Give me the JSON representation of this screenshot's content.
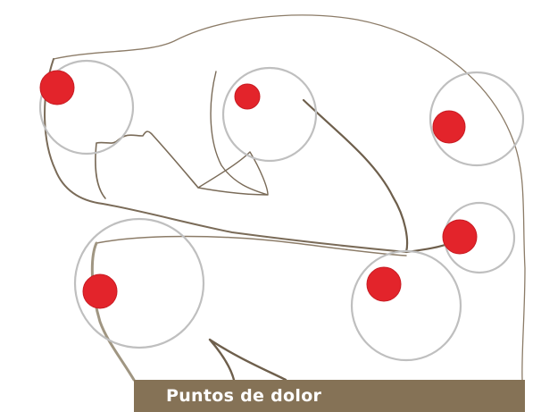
{
  "caption": {
    "text": "Puntos de dolor"
  },
  "colors": {
    "outline": "#7a6b58",
    "ring": "#bfbfbf",
    "point": "#e3242b",
    "point_stroke": "#c81b22",
    "caption_bg": "#857256"
  },
  "pain_points": [
    {
      "name": "pain-point-ear"
    },
    {
      "name": "pain-point-top-of-head"
    },
    {
      "name": "pain-point-back-of-neck"
    },
    {
      "name": "pain-point-side-of-neck"
    },
    {
      "name": "pain-point-throat"
    },
    {
      "name": "pain-point-chest"
    }
  ]
}
